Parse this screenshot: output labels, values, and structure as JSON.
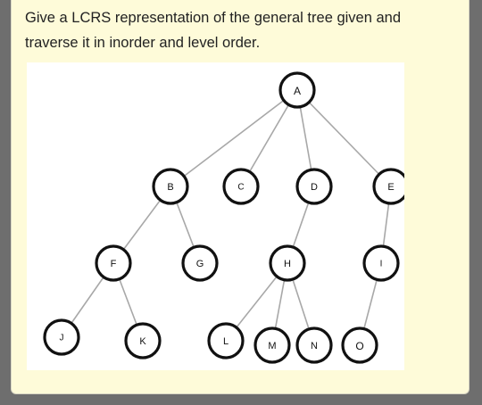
{
  "question": {
    "line1": "Give a LCRS representation of the general tree given and",
    "line2": "traverse it in inorder and level order."
  },
  "tree": {
    "nodes": [
      {
        "id": "A",
        "label": "A"
      },
      {
        "id": "B",
        "label": "B"
      },
      {
        "id": "C",
        "label": "C"
      },
      {
        "id": "D",
        "label": "D"
      },
      {
        "id": "E",
        "label": "E"
      },
      {
        "id": "F",
        "label": "F"
      },
      {
        "id": "G",
        "label": "G"
      },
      {
        "id": "H",
        "label": "H"
      },
      {
        "id": "I",
        "label": "I"
      },
      {
        "id": "J",
        "label": "J"
      },
      {
        "id": "K",
        "label": "K"
      },
      {
        "id": "L",
        "label": "L"
      },
      {
        "id": "M",
        "label": "M"
      },
      {
        "id": "N",
        "label": "N"
      },
      {
        "id": "O",
        "label": "O"
      }
    ],
    "edges": [
      [
        "A",
        "B"
      ],
      [
        "A",
        "C"
      ],
      [
        "A",
        "D"
      ],
      [
        "A",
        "E"
      ],
      [
        "B",
        "F"
      ],
      [
        "B",
        "G"
      ],
      [
        "D",
        "H"
      ],
      [
        "E",
        "I"
      ],
      [
        "F",
        "J"
      ],
      [
        "F",
        "K"
      ],
      [
        "H",
        "L"
      ],
      [
        "H",
        "M"
      ],
      [
        "H",
        "N"
      ],
      [
        "I",
        "O"
      ]
    ]
  }
}
